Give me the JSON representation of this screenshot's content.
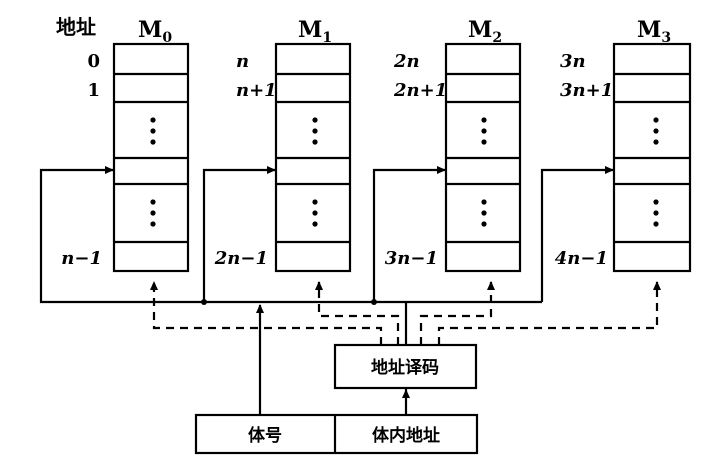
{
  "header": {
    "address_label": "地址"
  },
  "modules": [
    {
      "id": "M0",
      "name": "M",
      "sub": "0",
      "addr_row0": "0",
      "addr_row1": "1",
      "addr_last": "n−1"
    },
    {
      "id": "M1",
      "name": "M",
      "sub": "1",
      "addr_row0": "n",
      "addr_row1": "n+1",
      "addr_last": "2n−1"
    },
    {
      "id": "M2",
      "name": "M",
      "sub": "2",
      "addr_row0": "2n",
      "addr_row1": "2n+1",
      "addr_last": "3n−1"
    },
    {
      "id": "M3",
      "name": "M",
      "sub": "3",
      "addr_row0": "3n",
      "addr_row1": "3n+1",
      "addr_last": "4n−1"
    }
  ],
  "decoder": {
    "label": "地址译码"
  },
  "address_register": {
    "bank_label": "体号",
    "offset_label": "体内地址"
  },
  "icons": {
    "ellipsis": "vertical-ellipsis-icon"
  }
}
